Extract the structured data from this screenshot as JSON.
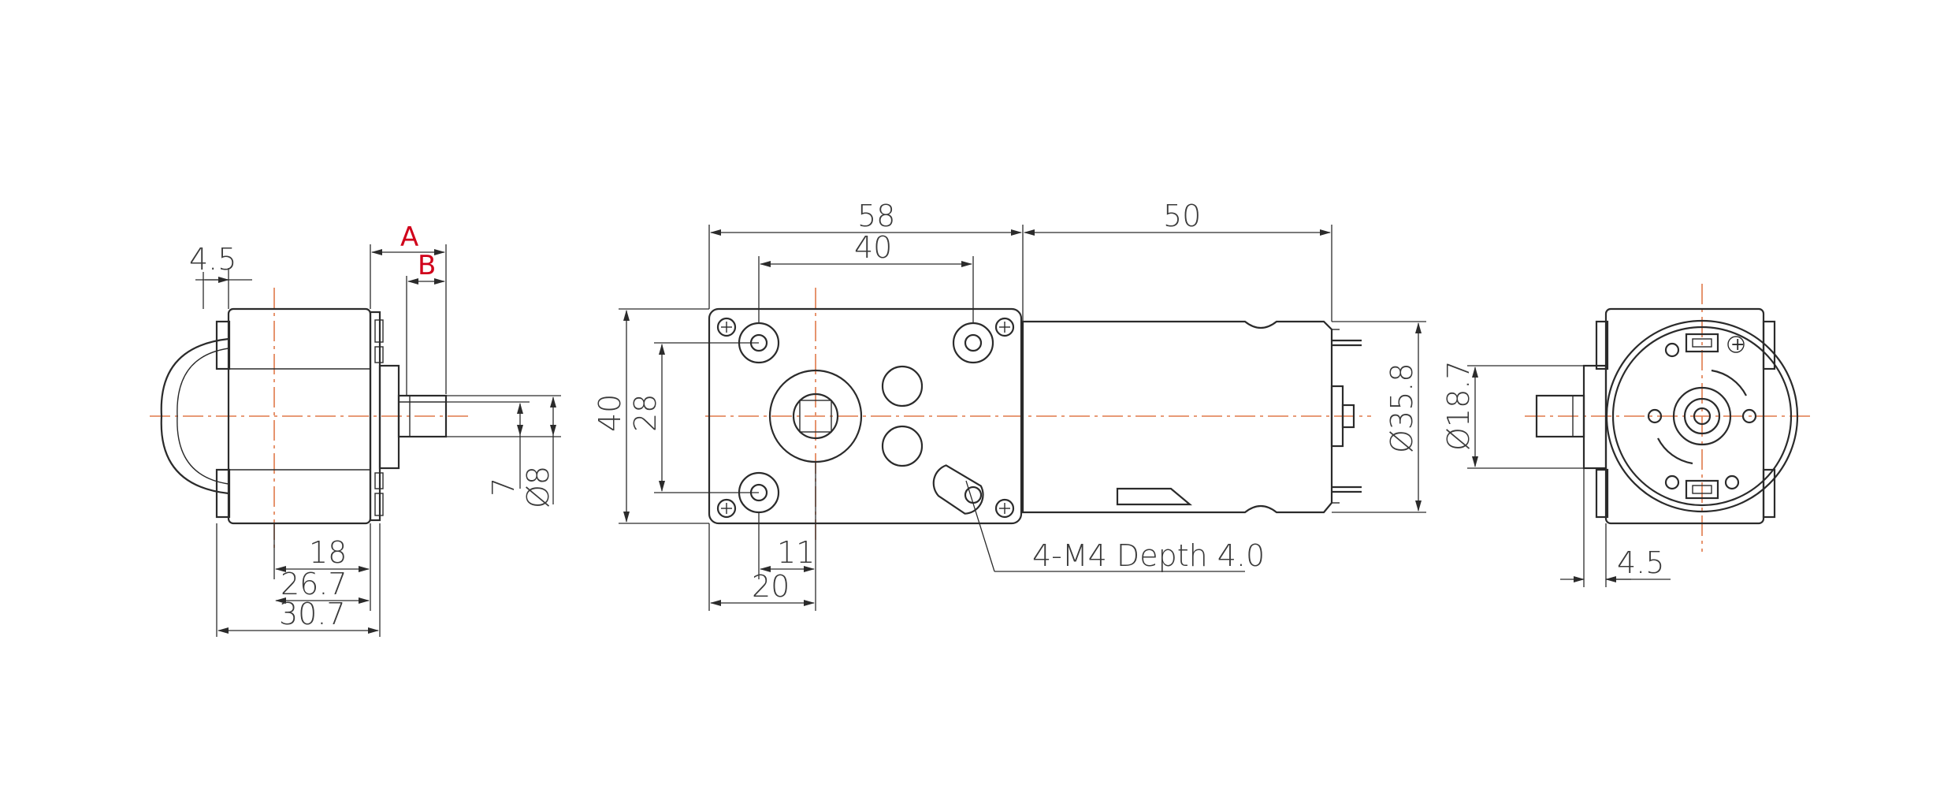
{
  "colors": {
    "line": "#2b2b2b",
    "centerline": "#e0794a",
    "label": "#d0001a",
    "text": "#3a3a3a"
  },
  "side_view": {
    "labels": {
      "a": "A",
      "b": "B"
    },
    "dims": {
      "top_width": "4.5",
      "inner_len": "18",
      "mid_len": "26.7",
      "total_len": "30.7",
      "shaft_flat": "7",
      "shaft_dia": "Ø8"
    }
  },
  "front_view": {
    "dims": {
      "gearbox_width": "58",
      "hole_spacing_x": "40",
      "motor_length": "50",
      "height": "40",
      "hole_spacing_y": "28",
      "offset_small": "11",
      "offset_large": "20",
      "motor_dia": "Ø35.8"
    },
    "note": "4-M4 Depth 4.0"
  },
  "end_view": {
    "dims": {
      "boss_dia": "Ø18.7",
      "shaft_len": "4.5"
    }
  }
}
